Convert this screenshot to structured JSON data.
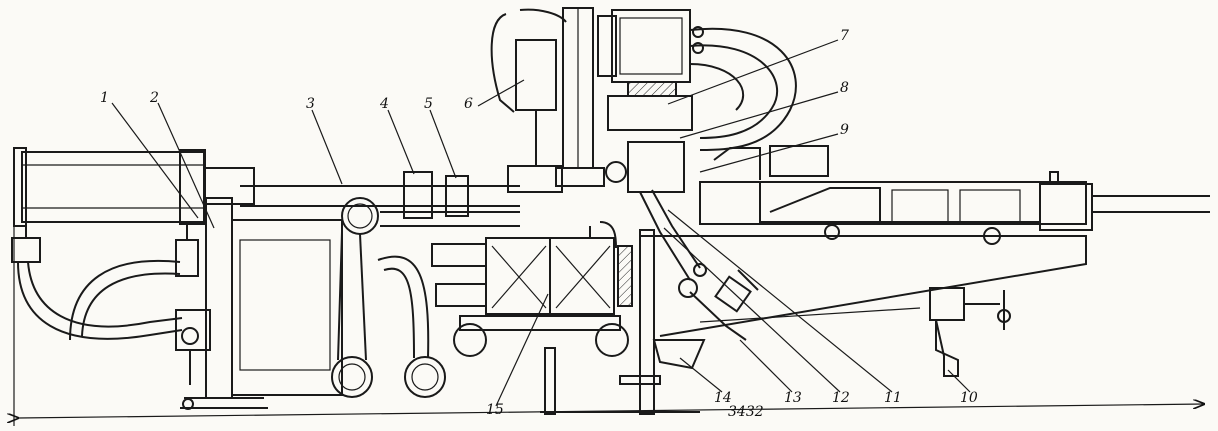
{
  "labels": {
    "l1": "1",
    "l2": "2",
    "l3": "3",
    "l4": "4",
    "l5": "5",
    "l6": "6",
    "l7": "7",
    "l8": "8",
    "l9": "9",
    "l10": "10",
    "l11": "11",
    "l12": "12",
    "l13": "13",
    "l14": "14",
    "l15": "15"
  },
  "dimension": "3432"
}
